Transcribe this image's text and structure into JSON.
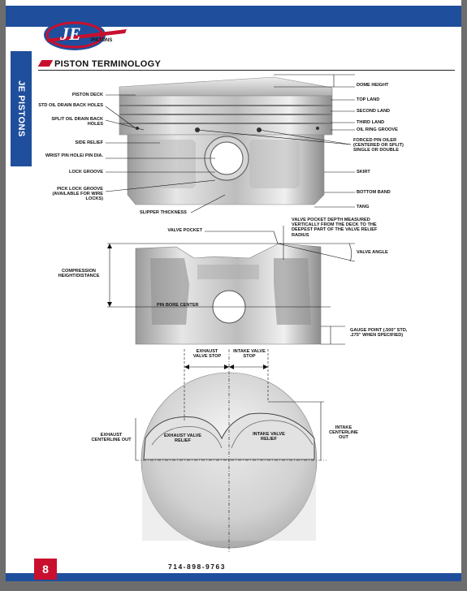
{
  "brand": {
    "logo_text": "JE",
    "logo_sub": "PISTONS"
  },
  "sidebar": {
    "label": "JE PISTONS"
  },
  "section": {
    "title": "PISTON TERMINOLOGY"
  },
  "piston_labels_left": [
    "PISTON DECK",
    "STD OIL DRAIN BACK HOLES",
    "SPLIT OIL DRAIN BACK HOLES",
    "SIDE RELIEF",
    "WRIST PIN HOLE/ PIN DIA.",
    "LOCK GROOVE",
    "PICK LOCK GROOVE (AVAILABLE FOR WIRE LOCKS)",
    "SLIPPER THICKNESS"
  ],
  "piston_labels_right": [
    "DOME HEIGHT",
    "TOP LAND",
    "SECOND LAND",
    "THIRD LAND",
    "OIL RING GROOVE",
    "FORCED PIN OILER (CENTERED OR SPLIT) SINGLE OR DOUBLE",
    "SKIRT",
    "BOTTOM BAND",
    "TANG"
  ],
  "section_labels": {
    "valve_pocket": "VALVE POCKET",
    "valve_pocket_depth": "VALVE POCKET DEPTH MEASURED VERTICALLY FROM THE DECK TO THE DEEPEST PART OF THE VALVE RELIEF RADIUS",
    "valve_angle": "VALVE ANGLE",
    "compression_height": "COMPRESSION HEIGHT/DISTANCE",
    "pin_bore_center": "PIN BORE CENTER",
    "gauge_point": "GAUGE POINT (.500\" STD, .275\" WHEN SPECIFIED)"
  },
  "top_view_labels": {
    "exhaust_valve_stop": "EXHAUST VALVE STOP",
    "intake_valve_stop": "INTAKE VALVE STOP",
    "exhaust_centerline": "EXHAUST CENTERLINE OUT",
    "exhaust_relief": "EXHAUST VALVE RELIEF",
    "intake_relief": "INTAKE VALVE RELIEF",
    "intake_centerline": "INTAKE CENTERLINE OUT"
  },
  "footer": {
    "page_number": "8",
    "phone": "714-898-9763"
  },
  "colors": {
    "brand_blue": "#1f4f9c",
    "accent_red": "#c8102e"
  }
}
